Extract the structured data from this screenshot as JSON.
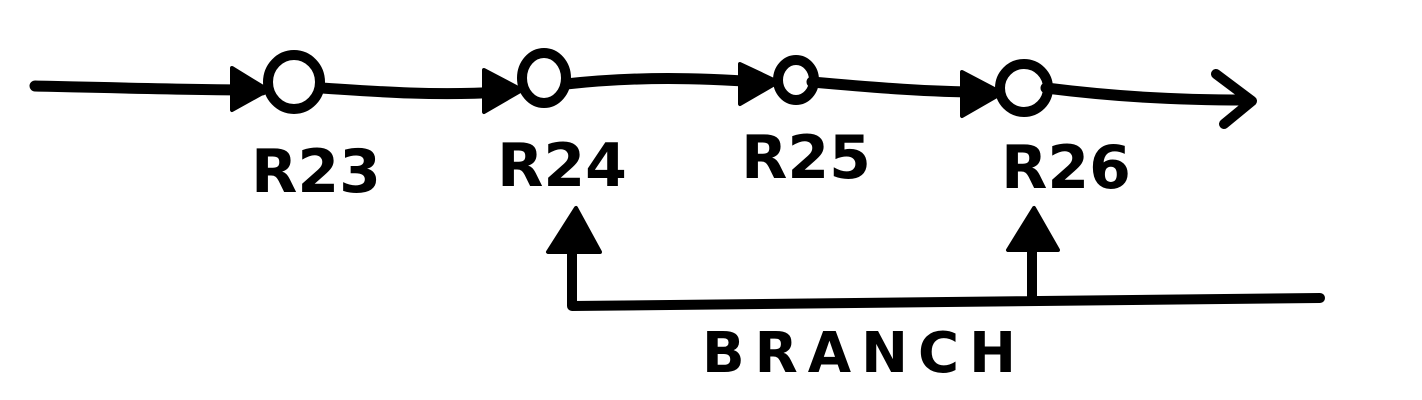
{
  "nodes": [
    {
      "id": "R23",
      "label": "R23"
    },
    {
      "id": "R24",
      "label": "R24"
    },
    {
      "id": "R25",
      "label": "R25"
    },
    {
      "id": "R26",
      "label": "R26"
    }
  ],
  "branch": {
    "label": "BRANCH",
    "targets": [
      "R24",
      "R26"
    ]
  },
  "colors": {
    "ink": "#000000",
    "background": "#ffffff"
  }
}
